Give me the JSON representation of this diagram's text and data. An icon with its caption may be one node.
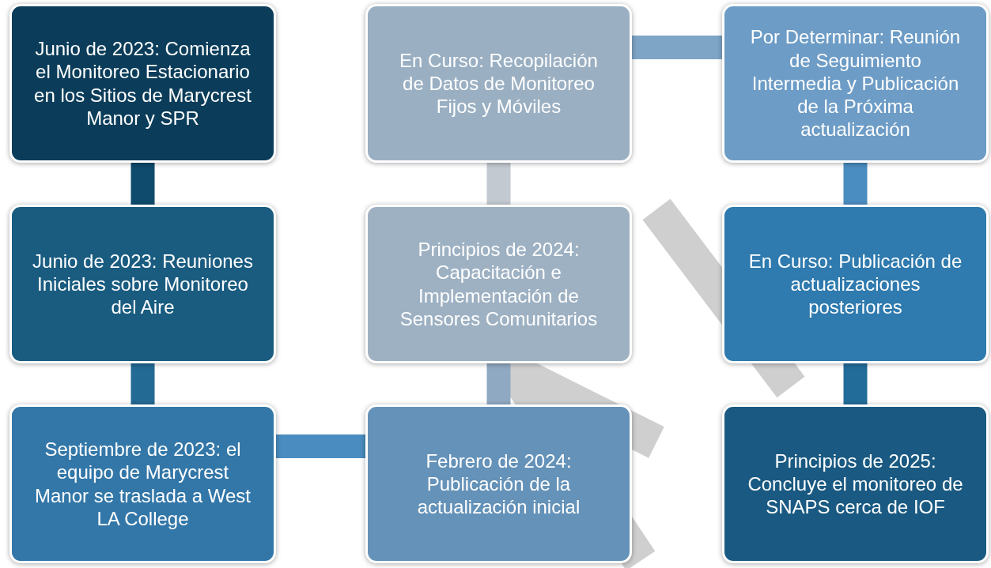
{
  "diagram": {
    "nodes": [
      {
        "text": [
          "Junio de 2023: Comienza el Monitoreo Estacionario en los Sitios de Marycrest Manor y SPR"
        ]
      },
      {
        "text": [
          "Junio de 2023: Reuniones Iniciales sobre Monitoreo del Aire"
        ]
      },
      {
        "text": [
          "Septiembre de 2023: el equipo de Marycrest Manor se traslada a West LA College"
        ]
      },
      {
        "text": [
          "Febrero de 2024: Publicación de la actualización inicial"
        ]
      },
      {
        "text": [
          "Principios de 2024: Capacitación e Implementación de Sensores Comunitarios"
        ]
      },
      {
        "text": [
          "En Curso: Recopilación de Datos de Monitoreo Fijos y Móviles"
        ]
      },
      {
        "text": [
          "Por Determinar: Reunión de Seguimiento Intermedia y Publicación de la Próxima actualización"
        ]
      },
      {
        "text": [
          "En Curso: Publicación de actualizaciones posteriores"
        ]
      },
      {
        "text": [
          "Principios de 2025: Concluye el monitoreo de SNAPS cerca de IOF"
        ]
      }
    ],
    "edges": [
      {
        "from": 0,
        "to": 1,
        "arrow": "none",
        "color": "#0e4b6c"
      },
      {
        "from": 1,
        "to": 2,
        "arrow": "none",
        "color": "#236a94"
      },
      {
        "from": 2,
        "to": 3,
        "arrow": "none",
        "color": "#4a8cbf"
      },
      {
        "from": 3,
        "to": 4,
        "arrow": "none",
        "color": "#8fa9c2"
      },
      {
        "from": 4,
        "to": 5,
        "arrow": "none",
        "color": "#c3c9d0"
      },
      {
        "from": 5,
        "to": 6,
        "arrow": "none",
        "color": "#7ea5c6"
      },
      {
        "from": 6,
        "to": 7,
        "arrow": "none",
        "color": "#4a8dc0"
      },
      {
        "from": 7,
        "to": 8,
        "arrow": "none",
        "color": "#226c9a"
      }
    ]
  }
}
